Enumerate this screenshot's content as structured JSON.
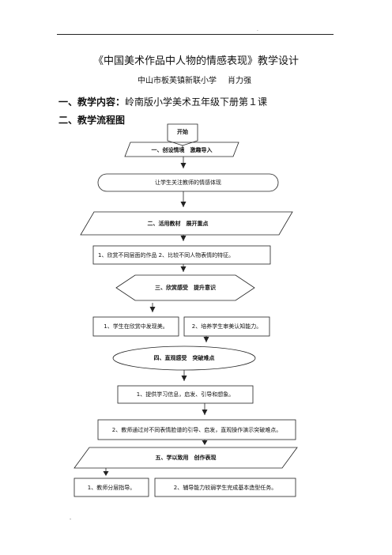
{
  "header_mark": ".",
  "footer_mark": "-",
  "title": "《中国美术作品中人物的情感表现》教学设计",
  "author": {
    "school": "中山市板芙镇新联小学",
    "name": "肖力强"
  },
  "section1": {
    "heading": "一、教学内容：",
    "content": "岭南版小学美术五年级下册第１课"
  },
  "section2": {
    "heading": "二、教学流程图"
  },
  "flow": {
    "start": "开始",
    "step1": "一、创设情境　激趣导入",
    "oval1": "让学生关注教师的情感体现",
    "step2": "二、活用教材　展开重点",
    "box2": "1、欣赏不同层面的作品 2、比较不同人物表情的特征。",
    "step3": "三、欣赏感受　提升意识",
    "box3a": "1、学生在欣赏中发现美。",
    "box3b": "2、培养学生审美认知能力。",
    "step4": "四、直观感受　突破难点",
    "box4a": "1、提供学习信息，启发、引导和想象。",
    "box4b": "2、教师通过对不同表情脸谱的引导、启发，直观操作演示突破难点。",
    "step5": "五、学以致用　创作表现",
    "box5a": "1、教师分层指导。",
    "box5b": "2、辅导能力较弱学生完成基本造型任务。"
  }
}
